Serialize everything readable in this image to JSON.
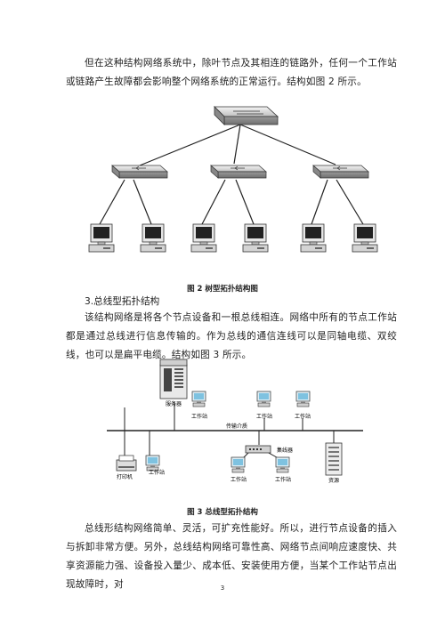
{
  "paragraphs": {
    "p1": "但在这种结构网络系统中，除叶节点及其相连的链路外，任何一个工作站或链路产生故障都会影响整个网络系统的正常运行。结构如图 2 所示。",
    "heading3": "3.总线型拓扑结构",
    "p2": "该结构网络是将各个节点设备和一根总线相连。网络中所有的节点工作站都是通过总线进行信息传输的。作为总线的通信连线可以是同轴电缆、双绞线，也可以是扁平电缆。结构如图 3 所示。",
    "p3": "总线形结构网络简单、灵活，可扩充性能好。所以，进行节点设备的插入与拆卸非常方便。另外，总线结构网络可靠性高、网络节点间响应速度快、共享资源能力强、设备投入量少、成本低、安装使用方便，当某个工作站节点出现故障时，对"
  },
  "figures": {
    "fig2_caption": "图 2 树型拓扑结构图",
    "fig3_caption": "图 3 总线型拓扑结构"
  },
  "bus_diagram": {
    "server": "服务器",
    "workstation": "工作站",
    "medium": "传输介质",
    "printer": "打印机",
    "hub": "集线器",
    "resource": "资源"
  },
  "page_number": "3"
}
